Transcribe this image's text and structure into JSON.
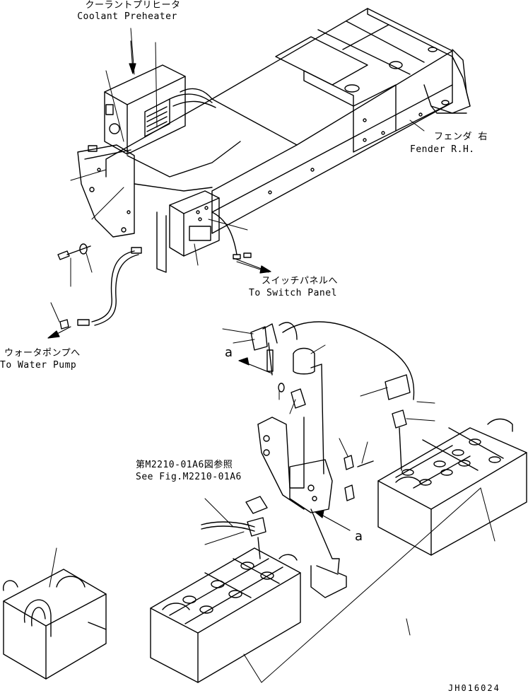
{
  "labels": {
    "coolant_preheater": {
      "jp": "クーラントプリヒータ",
      "en": "Coolant Preheater"
    },
    "fender_rh": {
      "jp": "フェンダ 右",
      "en": "Fender R.H."
    },
    "switch_panel": {
      "jp": "スイッチパネルへ",
      "en": "To Switch Panel"
    },
    "water_pump": {
      "jp": "ウォータポンプへ",
      "en": "To Water Pump"
    },
    "see_fig": {
      "jp": "第M2210-01A6図参照",
      "en": "See Fig.M2210-01A6"
    },
    "callout_a_top": "a",
    "callout_a_bottom": "a",
    "drawing_code": "JH016024"
  }
}
